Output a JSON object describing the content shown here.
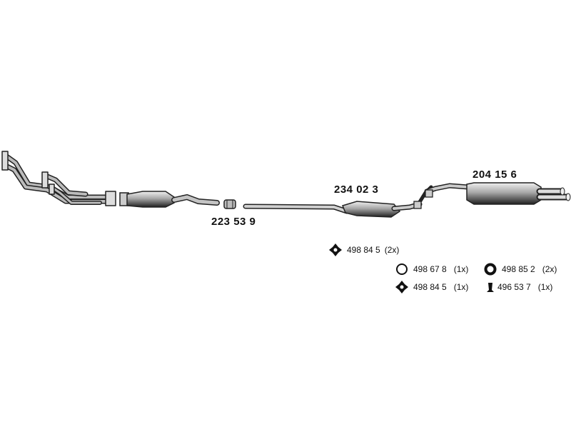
{
  "parts": {
    "rear_muffler": "204 15 6",
    "center_muffler": "234 02 3",
    "clamp": "223 53 9"
  },
  "accessories": [
    {
      "icon": "rubber-hanger-icon",
      "code": "498 84 5",
      "qty": "(2x)"
    },
    {
      "icon": "ring-icon",
      "code": "498 67 8",
      "qty": "(1x)"
    },
    {
      "icon": "thick-ring-icon",
      "code": "498 85 2",
      "qty": "(2x)"
    },
    {
      "icon": "rubber-hanger-icon",
      "code": "498 84 5",
      "qty": "(1x)"
    },
    {
      "icon": "rubber-buffer-icon",
      "code": "496 53 7",
      "qty": "(1x)"
    }
  ]
}
